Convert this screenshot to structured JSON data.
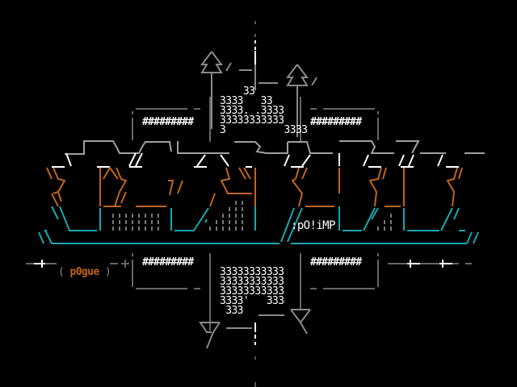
{
  "artwork": {
    "type": "ansi-ascii-logo",
    "top_block": [
      "    33",
      "3333   33",
      "3333. .3333",
      "33333333333",
      "3          3333"
    ],
    "bottom_block": [
      "33333333333",
      "33333333333",
      "33333333333",
      "3333'   333",
      " 333"
    ],
    "left_panel_top": "#########",
    "right_panel_top": "#########",
    "left_panel_bottom": "#########",
    "right_panel_bottom": "#########",
    "signature_left": "p0gue",
    "signature_left_open": "(",
    "signature_left_close": ")",
    "signature_right": ":pO!iMP"
  },
  "colors": {
    "background": "#000000",
    "white": "#ffffff",
    "gray": "#8a8a8a",
    "orange": "#c0651a",
    "cyan": "#1aa7b0"
  }
}
